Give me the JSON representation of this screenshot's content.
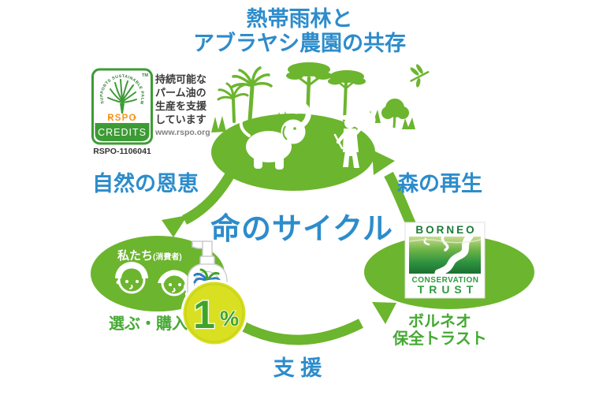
{
  "colors": {
    "main_green": "#6CB52E",
    "label_green": "#46A934",
    "blue": "#2D8CCB",
    "badge_yellow": "#D9E021",
    "badge_text_green": "#3FA32A",
    "rspo_green": "#3D9B35",
    "rspo_orange": "#F7941D",
    "bct_dark_green": "#1C7A38",
    "bct_green": "#2E9C3F",
    "text_dark": "#3A3A3A",
    "text_gray": "#808080"
  },
  "title": {
    "line1": "熱帯雨林と",
    "line2": "アブラヤシ農園の共存"
  },
  "cycle": {
    "center": "命のサイクル",
    "left_arrow_label": "自然の恩恵",
    "right_arrow_label": "森の再生",
    "bottom_arrow_label": "支 援"
  },
  "rspo": {
    "circular_text": "SUPPORTS SUSTAINABLE PALM OIL",
    "trademark": "TM",
    "brand": "RSPO",
    "credits": "CREDITS",
    "certificate_id": "RSPO-1106041",
    "desc_lines": [
      "持続可能な",
      "パーム油の",
      "生産を支援",
      "しています"
    ],
    "url": "www.rspo.org"
  },
  "consumers": {
    "label": "私たち",
    "label_suffix": "(消費者)",
    "action": "選ぶ・購入",
    "donation_number": "1",
    "donation_percent": "%"
  },
  "borneo": {
    "logo_line1": "BORNEO",
    "logo_line2": "CONSERVATION",
    "logo_line3": "TRUST",
    "name_jp_line1": "ボルネオ",
    "name_jp_line2": "保全トラスト"
  }
}
